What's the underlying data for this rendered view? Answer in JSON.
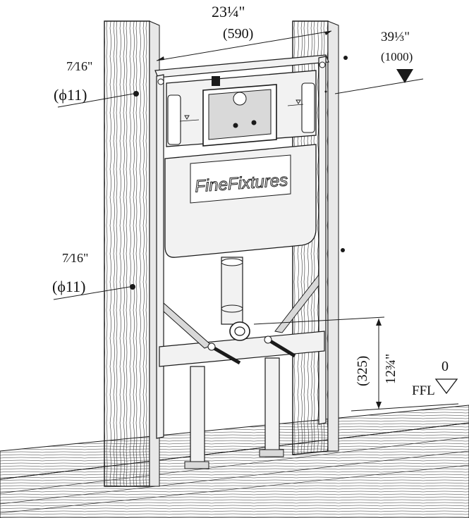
{
  "colors": {
    "line": "#1a1a1a",
    "fill_light": "#f2f2f2",
    "fill_mid": "#d9d9d9",
    "background": "#ffffff"
  },
  "brand": {
    "name": "FineFixtures"
  },
  "dimensions": {
    "width_in": "23¼\"",
    "width_mm": "(590)",
    "height_in": "39⅓\"",
    "height_mm": "(1000)",
    "hole_top_in": "7⁄16\"",
    "hole_top_mm": "(ϕ11)",
    "hole_bottom_in": "7⁄16\"",
    "hole_bottom_mm": "(ϕ11)",
    "outlet_in": "12¾\"",
    "outlet_mm": "(325)",
    "floor_label": "FFL",
    "floor_value": "0"
  },
  "icons": {
    "level_marker": "triangle-down-filled-icon",
    "floor_marker": "triangle-down-outline-icon"
  }
}
